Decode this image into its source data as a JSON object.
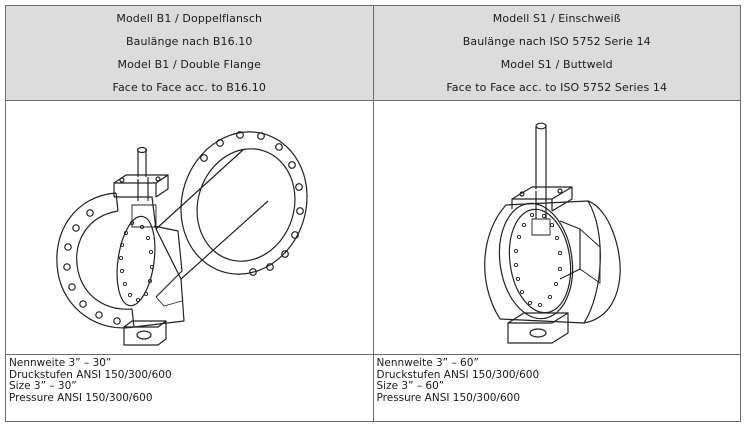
{
  "columns": [
    {
      "header": [
        "Modell B1 / Doppelflansch",
        "Baulänge nach B16.10",
        "Model B1 / Double Flange",
        "Face to Face acc. to B16.10"
      ],
      "specs": [
        "Nennweite 3” – 30”",
        "Druckstufen ANSI 150/300/600",
        "Size 3” – 30”",
        "Pressure ANSI 150/300/600"
      ]
    },
    {
      "header": [
        "Modell S1 / Einschweiß",
        "Baulänge nach ISO 5752 Serie 14",
        "Model S1 / Buttweld",
        "Face to Face acc. to ISO 5752 Series 14"
      ],
      "specs": [
        "Nennweite 3” – 60”",
        "Druckstufen ANSI 150/300/600",
        "Size 3” – 60”",
        "Pressure ANSI 150/300/600"
      ]
    }
  ],
  "colors": {
    "header_bg": "#dcdcdc",
    "border": "#6e6e6e",
    "line_art": "#222222"
  }
}
